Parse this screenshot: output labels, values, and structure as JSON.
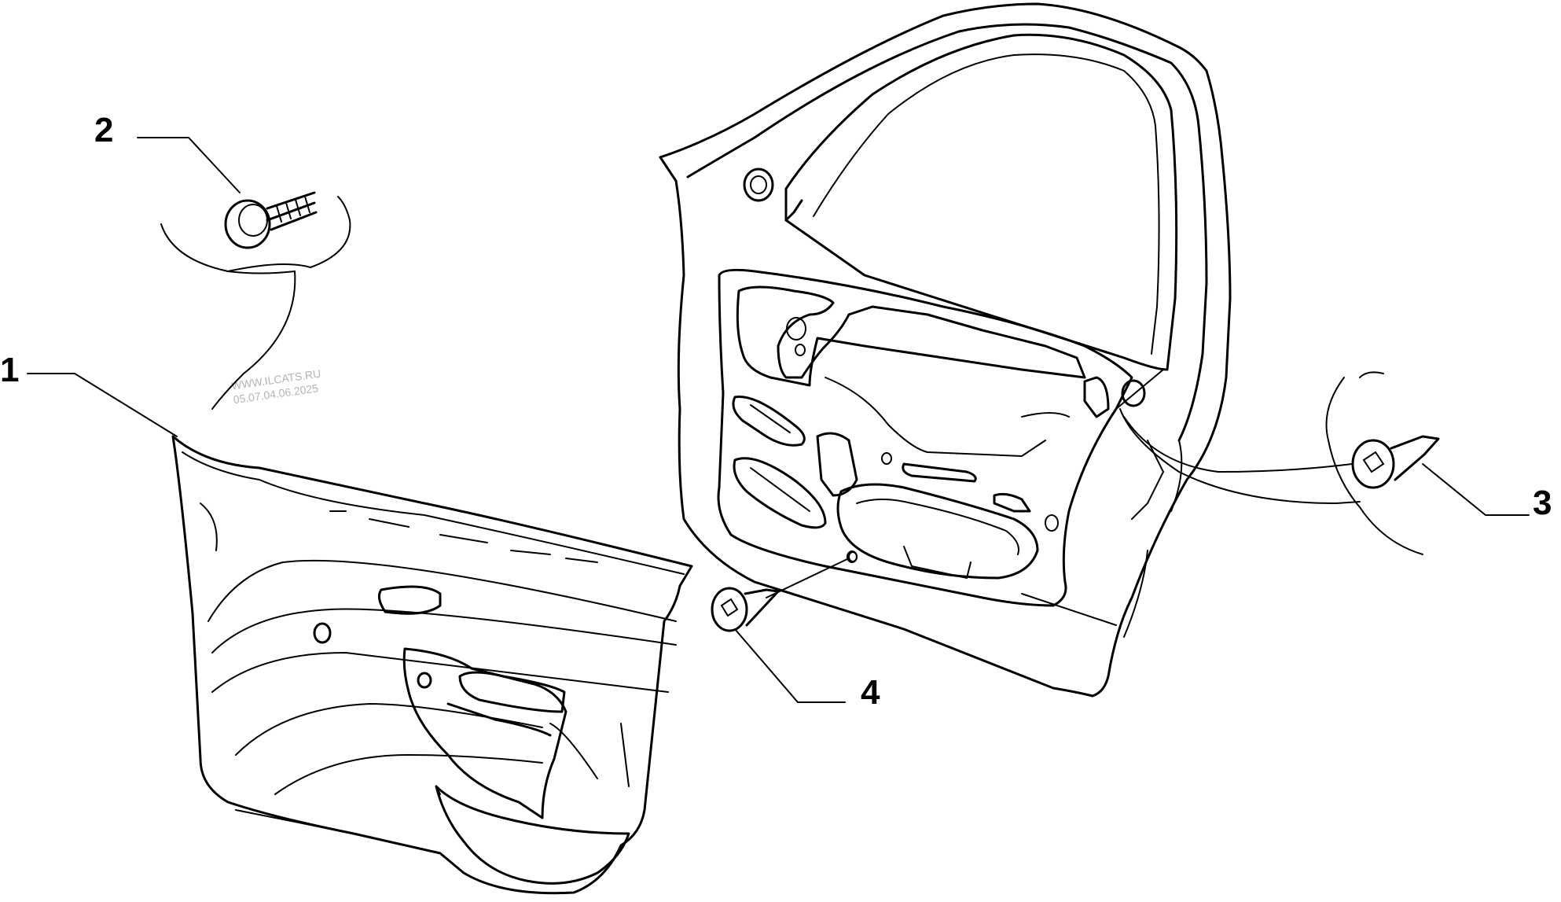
{
  "callouts": [
    {
      "id": "1",
      "label": "1"
    },
    {
      "id": "2",
      "label": "2"
    },
    {
      "id": "3",
      "label": "3"
    },
    {
      "id": "4",
      "label": "4"
    }
  ],
  "watermark": {
    "line1": "WWW.ILCATS.RU",
    "line2": "05.07.04.06.2025"
  },
  "colors": {
    "ink": "#000000",
    "background": "#ffffff",
    "watermark": "#b5b5b5"
  }
}
